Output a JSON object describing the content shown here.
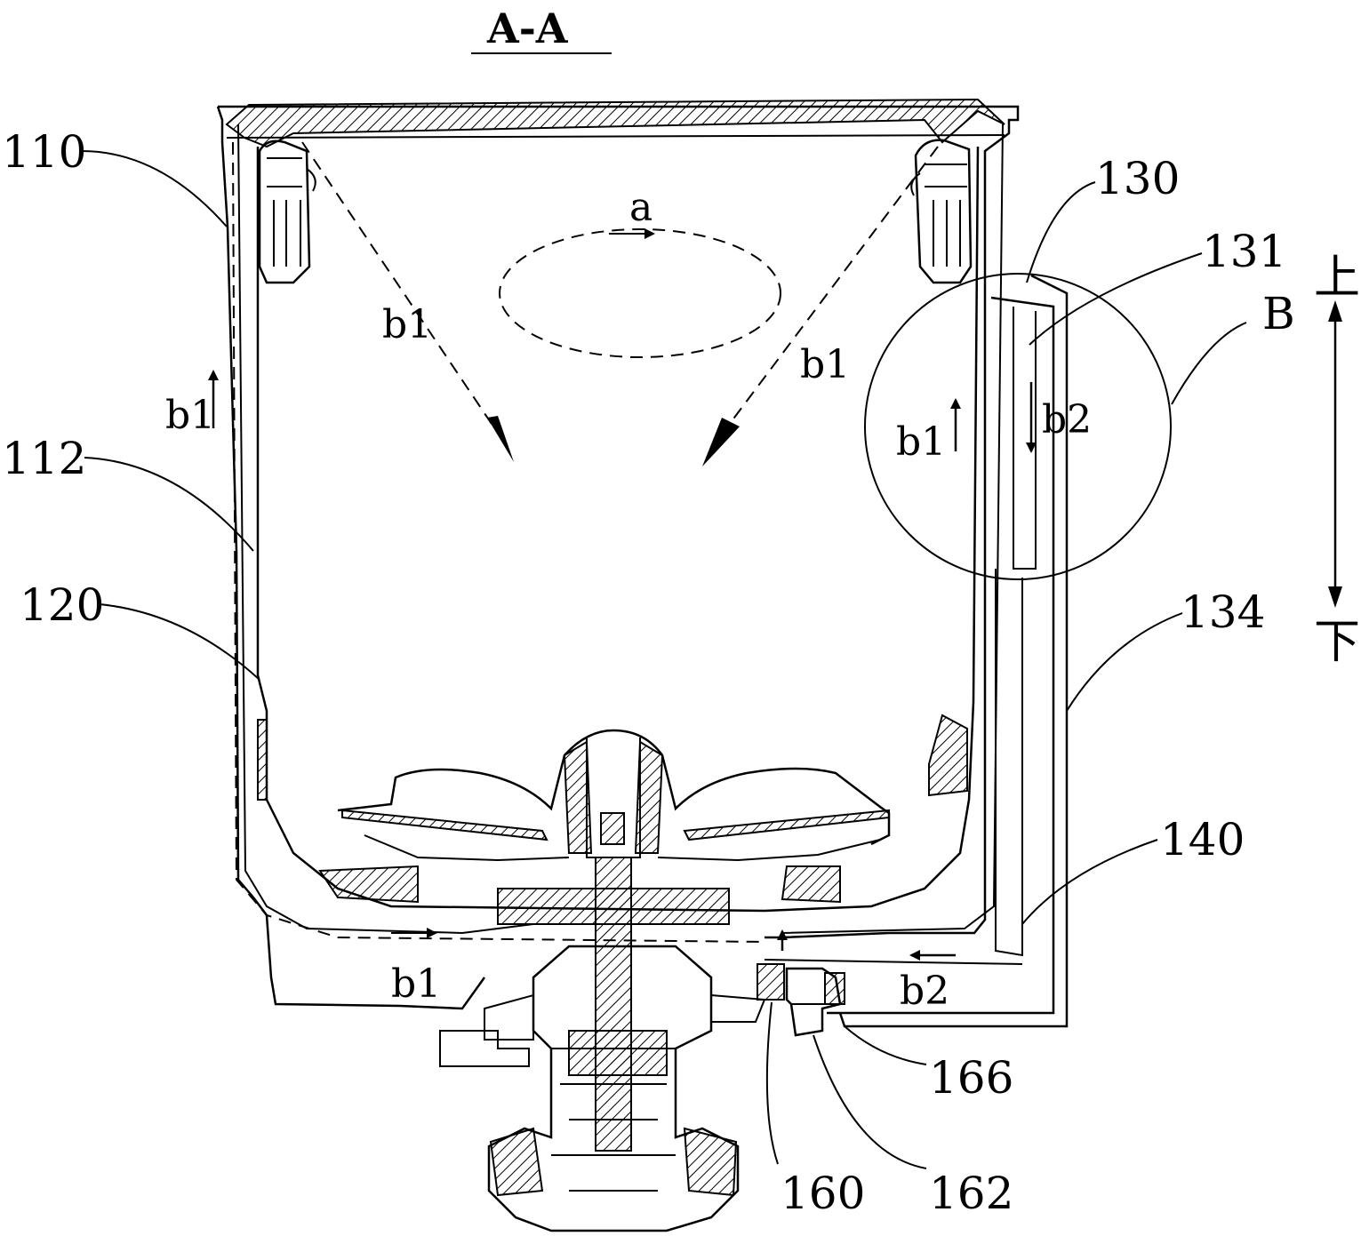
{
  "section_title": "A-A",
  "reference_numerals": {
    "n110": "110",
    "n112": "112",
    "n120": "120",
    "n130": "130",
    "n131": "131",
    "nB": "B",
    "n134": "134",
    "n140": "140",
    "n166": "166",
    "n160": "160",
    "n162": "162"
  },
  "flow_labels": {
    "a": "a",
    "b1_top_left": "b1",
    "b1_top_right": "b1",
    "b1_left_side": "b1",
    "b1_right_side": "b1",
    "b2_right_side": "b2",
    "b1_bottom": "b1",
    "b2_bottom": "b2"
  },
  "direction_labels": {
    "up": "上",
    "down": "下"
  }
}
